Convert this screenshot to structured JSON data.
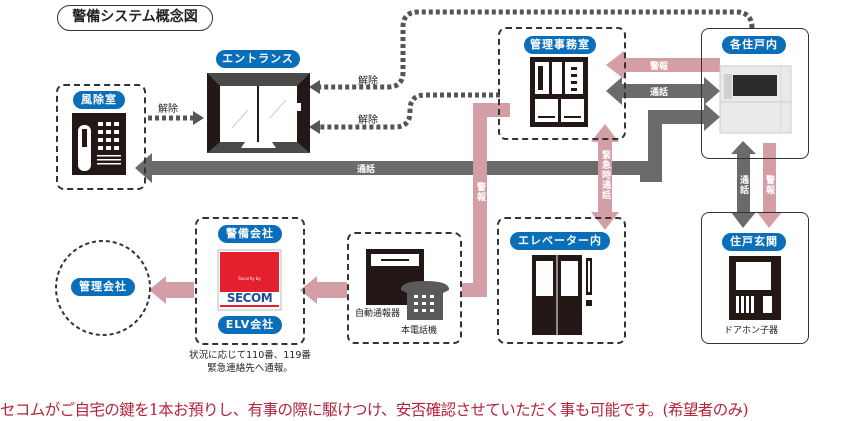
{
  "title": "警備システム概念図",
  "colors": {
    "label_blue": "#0a6fb8",
    "alarm_pink": "#d39ea6",
    "call_gray": "#6b6b6b",
    "footer_red": "#b3243a",
    "secom_red": "#e5202e",
    "secom_blue": "#1a4e9c"
  },
  "nodes": {
    "windbreak_room": "風除室",
    "entrance": "エントランス",
    "management_office": "管理事務室",
    "each_unit": "各住戸内",
    "unit_entrance": "住戸玄関",
    "elevator": "エレベーター内",
    "security_company": "警備会社",
    "elv_company": "ELV会社",
    "management_company": "管理会社"
  },
  "devices": {
    "auto_reporter": "自動通報器",
    "main_phone": "本電話機",
    "door_phone": "ドアホン子器",
    "secom_small": "Security by",
    "secom_logo": "SECOM"
  },
  "arrows": {
    "release1": "解除",
    "release2": "解除",
    "release3": "解除",
    "call_main": "通話",
    "call_office": "通話",
    "alarm_office": "警報",
    "alarm_vertical": "警報",
    "emergency_call": "緊急時通話",
    "call_door": "通話",
    "alarm_door": "警報"
  },
  "notes": {
    "line1": "状況に応じて110番、119番",
    "line2": "緊急連絡先へ通報。"
  },
  "footer": "セコムがご自宅の鍵を1本お預りし、有事の際に駆けつけ、安否確認させていただく事も可能です。(希望者のみ)"
}
